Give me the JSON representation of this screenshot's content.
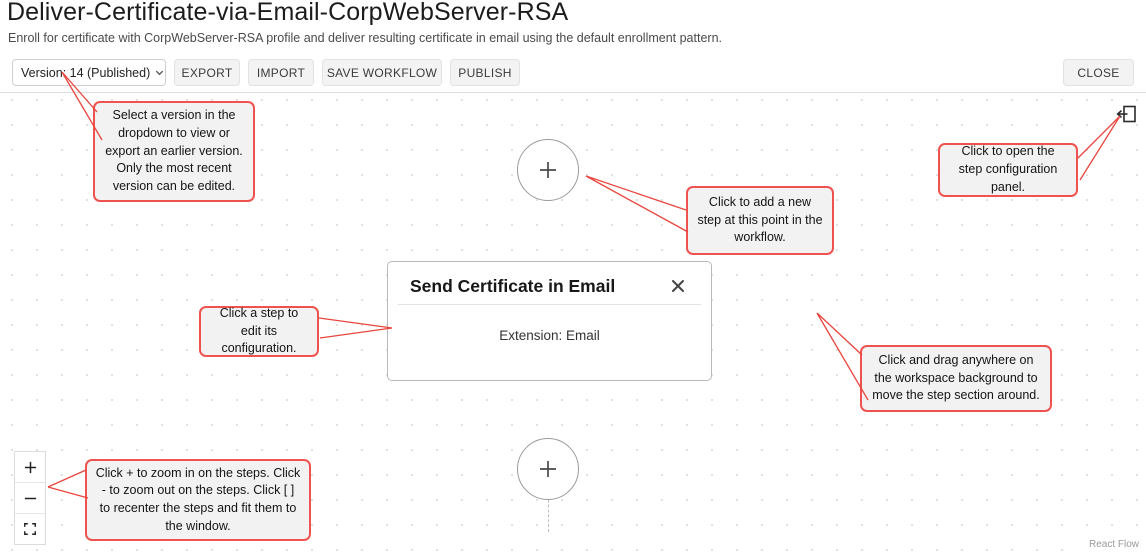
{
  "header": {
    "title": "Deliver-Certificate-via-Email-CorpWebServer-RSA",
    "subtitle": "Enroll for certificate with CorpWebServer-RSA profile and deliver resulting certificate in email using the default enrollment pattern."
  },
  "toolbar": {
    "version_select": {
      "value": "Version: 14 (Published)",
      "icon": "chevron-down-icon"
    },
    "export_label": "EXPORT",
    "import_label": "IMPORT",
    "save_label": "SAVE WORKFLOW",
    "publish_label": "PUBLISH",
    "close_label": "CLOSE"
  },
  "canvas": {
    "panel_toggle_icon": "panel-open-icon",
    "add_step_icon": "plus-icon",
    "step_card": {
      "title": "Send Certificate in Email",
      "close_icon": "close-icon",
      "body": "Extension: Email"
    },
    "zoom_controls": {
      "zoom_in_icon": "plus-icon",
      "zoom_out_icon": "minus-icon",
      "fit_view_icon": "fit-view-icon"
    },
    "attribution": "React Flow"
  },
  "callouts": [
    {
      "name": "version-callout",
      "text": "Select a version in the dropdown to view or export an earlier version. Only the most recent version can be edited."
    },
    {
      "name": "add-step-callout",
      "text": "Click to add a new step at this point in the workflow."
    },
    {
      "name": "config-panel-callout",
      "text": "Click to open the step configuration panel."
    },
    {
      "name": "edit-step-callout",
      "text": "Click a step to edit its configuration."
    },
    {
      "name": "drag-workspace-callout",
      "text": "Click and drag anywhere on the workspace background to move the step section around."
    },
    {
      "name": "zoom-controls-callout",
      "text": "Click + to zoom in on the steps. Click - to zoom out on the steps. Click [ ] to recenter the steps and fit them to the window."
    }
  ],
  "colors": {
    "callout_border": "#ef5350",
    "callout_bg": "#f2f2f2",
    "pointer": "#e8453c"
  }
}
